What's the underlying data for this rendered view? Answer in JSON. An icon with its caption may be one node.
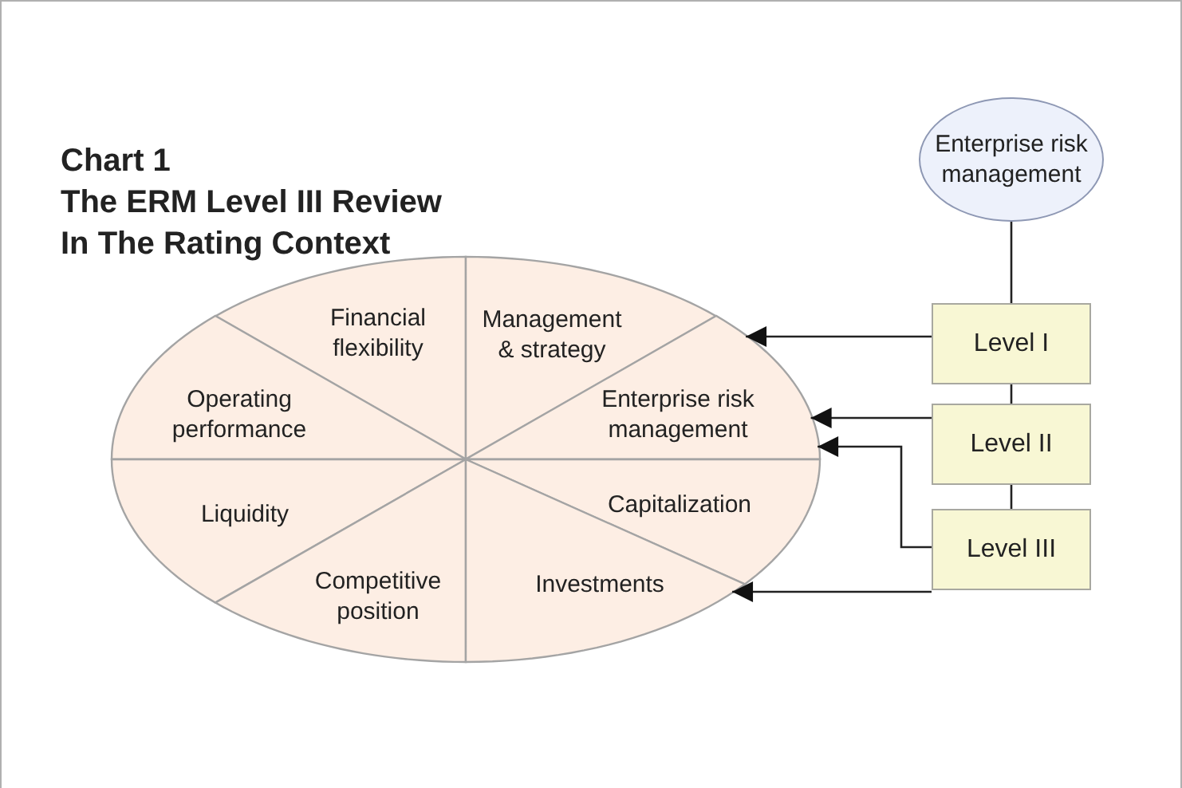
{
  "diagram": {
    "title": "The ERM Level III Review In The Rating Context",
    "nodes": [
      {
        "text": [
          "Enterprise risk management"
        ]
      },
      {
        "text": [],
        "shape": "circle"
      },
      {
        "text": [
          "Financial flexibility"
        ],
        "in": 1
      },
      {
        "text": [
          "Management & strategy"
        ],
        "in": 1
      },
      {
        "text": [
          "Operating performance"
        ],
        "in": 1
      },
      {
        "text": [
          "Enterprise risk management"
        ],
        "in": 1
      },
      {
        "text": [
          "Liquidity"
        ],
        "in": 1
      },
      {
        "text": [
          "Capitalization"
        ],
        "in": 1
      },
      {
        "text": [
          "Competitive position"
        ],
        "in": 1
      },
      {
        "text": [
          "Investments"
        ],
        "in": 1
      },
      {
        "text": [
          "Level I"
        ]
      },
      {
        "text": [
          "Level II"
        ]
      },
      {
        "text": [
          "Level III"
        ]
      }
    ],
    "edges": [
      {
        "from": 0,
        "to": 10,
        "arrow": "none"
      },
      {
        "from": 10,
        "to": 11,
        "arrow": "none"
      },
      {
        "from": 11,
        "to": 12,
        "arrow": "none"
      },
      {
        "from": 10,
        "to": 3,
        "arrow": "to"
      },
      {
        "from": 11,
        "to": 5,
        "arrow": "to"
      },
      {
        "from": 12,
        "to": 5,
        "arrow": "to"
      },
      {
        "from": 12,
        "to": 9,
        "arrow": "to"
      }
    ],
    "labels": [
      "Chart 1"
    ]
  }
}
